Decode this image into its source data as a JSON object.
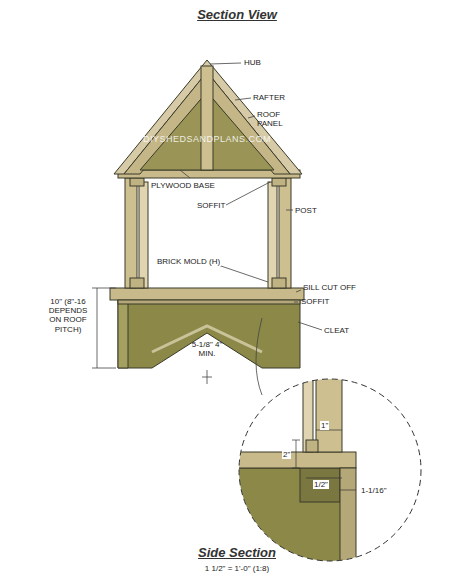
{
  "diagram": {
    "title": "Section View",
    "caption": "Side Section",
    "labels": [
      "HUB",
      "RAFTER",
      "ROOF PANEL",
      "DIYSHEDSANDPLANS.COM",
      "PLYWOOD BASE",
      "SOFFIT",
      "POST",
      "BRICK MOLD (H)",
      "SILL CUT OFF",
      "SOFFIT",
      "CLEAT",
      "10\" (8\"-16 DEPENDS ON ROOF PITCH)",
      "5-1/8\" 4\" MIN.",
      "1\"",
      "2\"",
      "1/2\"",
      "1-1/16\"",
      "1 1/2\" = 1'-0\" (1:8)"
    ]
  }
}
